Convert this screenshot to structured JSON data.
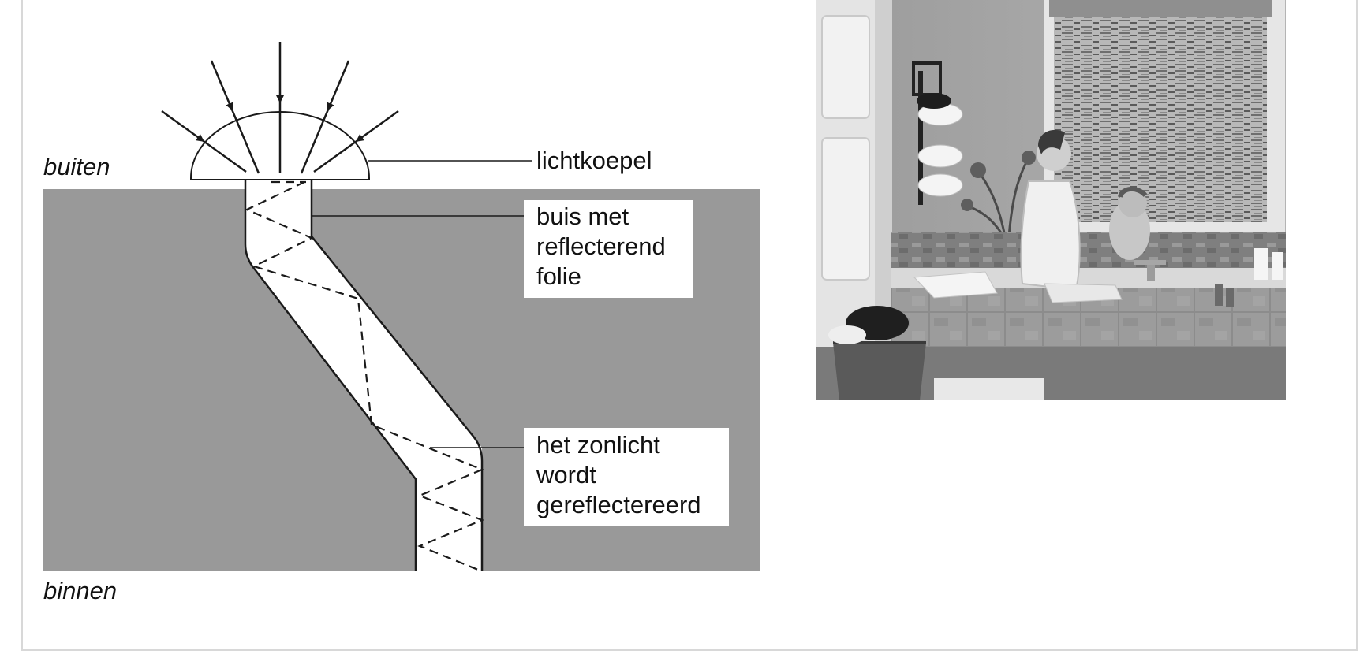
{
  "diagram": {
    "label_outside": "buiten",
    "label_inside": "binnen",
    "label_dome": "lichtkoepel",
    "label_tube": [
      "buis met",
      "reflecterend",
      "folie"
    ],
    "label_reflection": [
      "het zonlicht",
      "wordt",
      "gereflectereerd"
    ]
  },
  "colors": {
    "wall": "#999999",
    "line": "#1a1a1a",
    "background": "#ffffff",
    "frame": "#d8d8d8"
  },
  "photo": {
    "icon": "bathroom-photo-icon"
  }
}
